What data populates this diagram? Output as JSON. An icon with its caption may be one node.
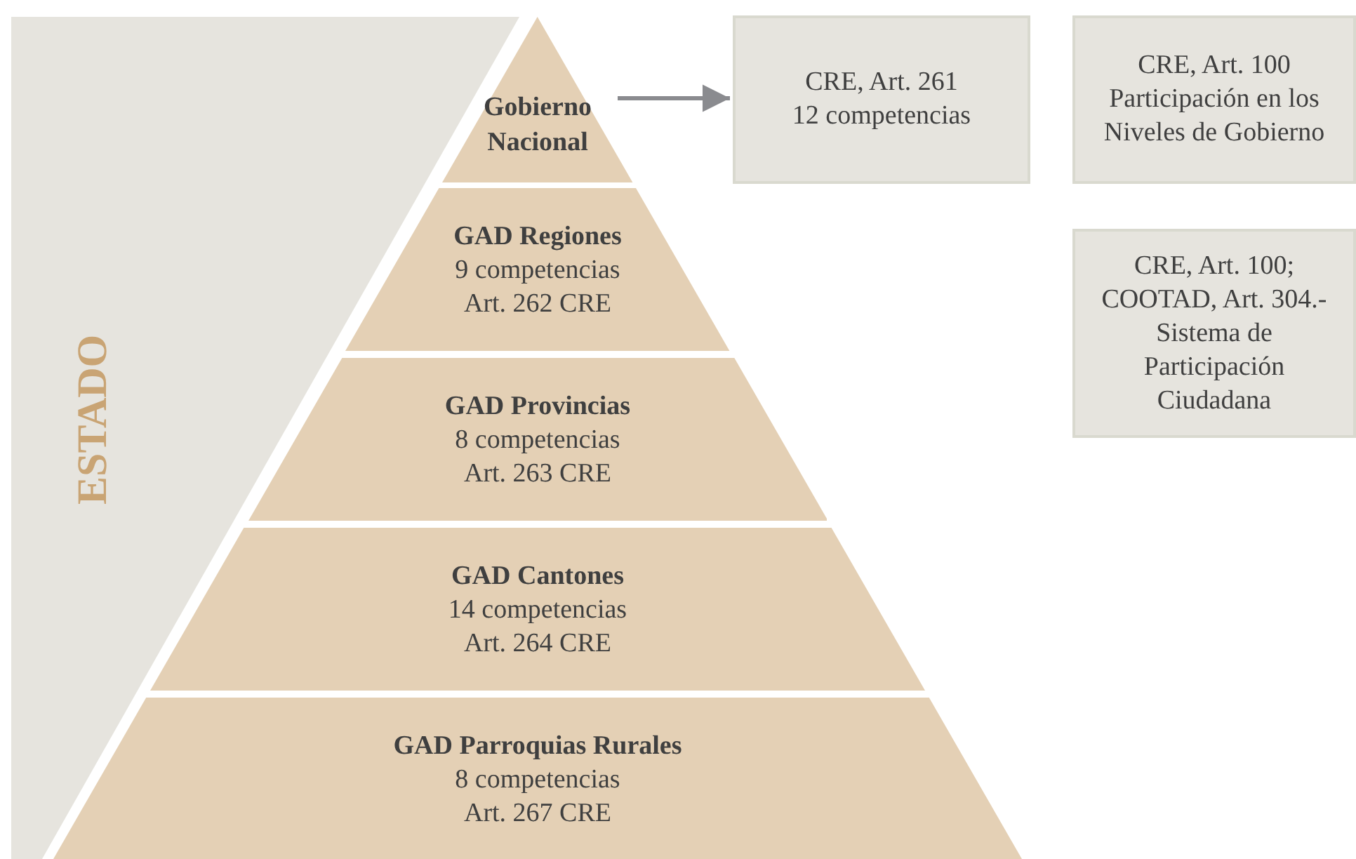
{
  "diagram": {
    "nodes": [
      {
        "text": [
          "ESTADO"
        ]
      },
      {
        "text": [
          "Gobierno Nacional"
        ]
      },
      {
        "text": [
          "GAD Regiones",
          "9 competencias",
          "Art. 262 CRE"
        ]
      },
      {
        "text": [
          "GAD Provincias",
          "8 competencias",
          "Art. 263 CRE"
        ]
      },
      {
        "text": [
          "GAD Cantones",
          "14 competencias",
          "Art. 264 CRE"
        ]
      },
      {
        "text": [
          "GAD Parroquias Rurales",
          "8 competencias",
          "Art. 267 CRE"
        ]
      },
      {
        "text": [
          "CRE, Art. 261",
          "12 competencias"
        ]
      },
      {
        "text": [
          "CRE, Art. 100 Participación en los Niveles de Gobierno"
        ]
      },
      {
        "text": [
          "CRE, Art. 100; COOTAD, Art. 304.- Sistema de Participación Ciudadana"
        ]
      }
    ],
    "edges": [
      {
        "from": 1,
        "to": 6,
        "arrow": "to"
      }
    ]
  }
}
